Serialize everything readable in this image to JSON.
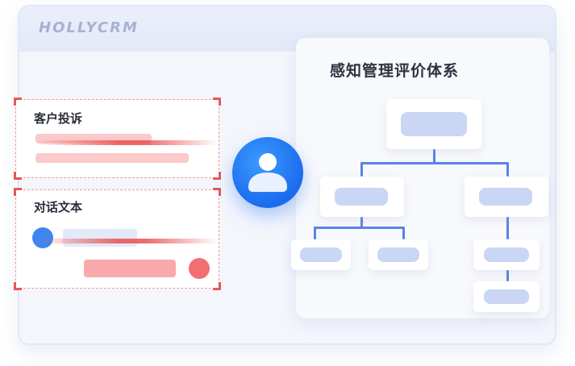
{
  "app": {
    "brand": "HOLLYCRM"
  },
  "panel": {
    "title": "感知管理评价体系"
  },
  "cards": {
    "complaint": {
      "title": "客户投诉"
    },
    "dialogue": {
      "title": "对话文本"
    }
  },
  "icons": {
    "avatar": "user-icon"
  },
  "colors": {
    "accent_blue": "#1c6bee",
    "alert_red": "#e45858",
    "node_fill": "#c9d6f4",
    "tree_line": "#5c82e8"
  }
}
